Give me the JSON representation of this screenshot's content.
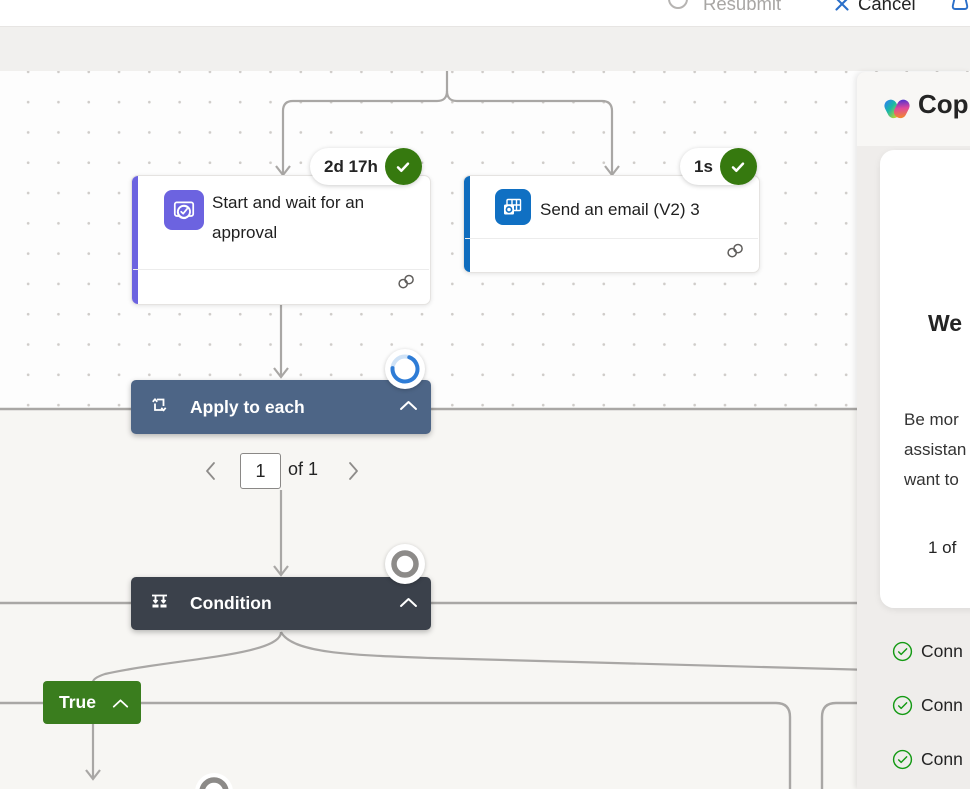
{
  "toolbar": {
    "resubmit_label": "Resubmit",
    "cancel_label": "Cancel"
  },
  "canvas": {
    "actions": [
      {
        "title": "Start and wait for an approval",
        "duration_badge": "2d 17h",
        "status": "succeeded"
      },
      {
        "title": "Send an email (V2) 3",
        "duration_badge": "1s",
        "status": "succeeded"
      }
    ],
    "apply_to_each": {
      "label": "Apply to each"
    },
    "pagination": {
      "current": "1",
      "of_label": "of 1"
    },
    "condition": {
      "label": "Condition"
    },
    "true_branch": {
      "label": "True"
    }
  },
  "copilot_panel": {
    "title": "Cop",
    "card": {
      "heading": "We",
      "body_lines": [
        "Be mor",
        "assistan",
        "want to"
      ],
      "pagination": "1 of"
    },
    "checklist": [
      "Conn",
      "Conn",
      "Conn"
    ]
  },
  "colors": {
    "success_green": "#36790f",
    "true_green": "#3a7d1e",
    "apply_to_each_blue": "#4d6586",
    "condition_dark": "#3b414b",
    "approvals_purple": "#6c63e0",
    "outlook_blue": "#0f6cbd",
    "accent_blue": "#2a6fc9"
  }
}
